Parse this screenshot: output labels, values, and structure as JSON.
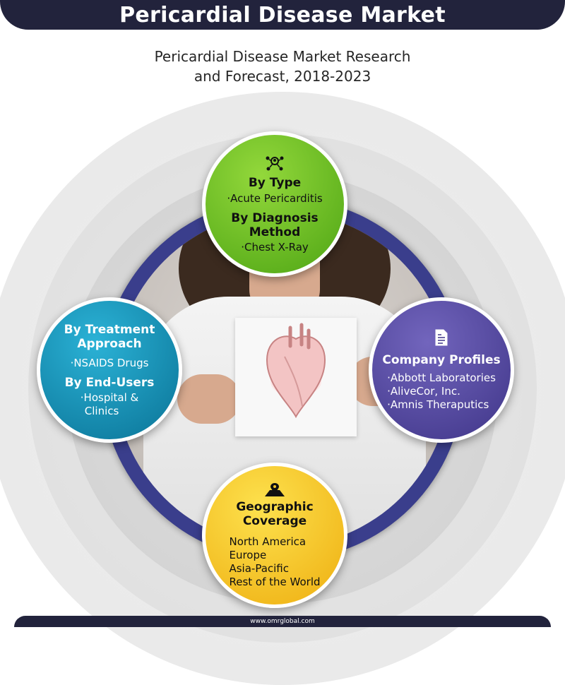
{
  "header": {
    "title": "Pericardial Disease Market"
  },
  "subtitle": {
    "line1": "Pericardial Disease Market Research",
    "line2": "and Forecast, 2018-2023"
  },
  "segments": {
    "type": {
      "heading": "By Type",
      "item": "·Acute Pericarditis",
      "heading2_line1": "By Diagnosis",
      "heading2_line2": "Method",
      "item2": "·Chest X-Ray",
      "icon": "people-network-icon",
      "color": "#6cbf26"
    },
    "treatment": {
      "heading_line1": "By Treatment",
      "heading_line2": "Approach",
      "item": "·NSAIDS Drugs",
      "heading2": "By End-Users",
      "item2_line1": "·Hospital &",
      "item2_line2": "Clinics",
      "color": "#1892b8"
    },
    "company": {
      "heading": "Company Profiles",
      "items": [
        "·Abbott Laboratories",
        "·AliveCor, Inc.",
        "·Amnis Theraputics"
      ],
      "icon": "document-icon",
      "color": "#5448a2"
    },
    "geography": {
      "heading_line1": "Geographic",
      "heading_line2": "Coverage",
      "items": [
        "North America",
        "Europe",
        "Asia-Pacific",
        "Rest of the World"
      ],
      "icon": "map-pin-icon",
      "color": "#f7c52a"
    }
  },
  "footer": {
    "url": "www.omrglobal.com"
  }
}
